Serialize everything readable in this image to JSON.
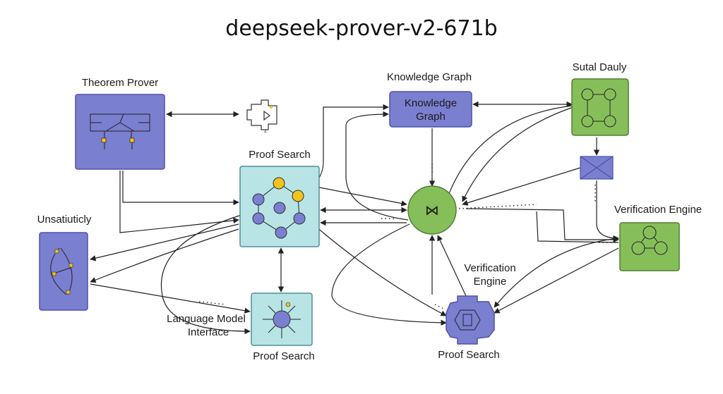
{
  "diagram": {
    "title": "deepseek-prover-v2-671b",
    "colors": {
      "purple": "#7b7fd0",
      "purple_border": "#4e52a8",
      "teal": "#b8e4e6",
      "teal_border": "#4f8f95",
      "green": "#86bf5a",
      "green_border": "#4f7f35",
      "yellow": "#f2c31b",
      "edge": "#222222"
    },
    "nodes": {
      "theorem_prover": {
        "label": "Theorem Prover"
      },
      "adapter_icon": {
        "glyph": "z"
      },
      "knowledge_graph": {
        "title": "Knowledge Graph",
        "line1": "Knowledge",
        "line2": "Graph"
      },
      "sutal_dauly": {
        "label": "Sutal Dauly"
      },
      "proof_search_main": {
        "label": "Proof Search"
      },
      "hub": {
        "glyph": "⋈"
      },
      "unsatiuticly": {
        "label": "Unsatiuticly"
      },
      "verification_engine_right": {
        "label": "Verification Engine"
      },
      "verification_engine_bottom": {
        "line1": "Verification",
        "line2": "Engine"
      },
      "language_model_interface": {
        "line1": "Language Model",
        "line2": "Interface"
      },
      "proof_search_bottom": {
        "label": "Proof Search"
      },
      "proof_search_octagon": {
        "label": "Proof Search"
      }
    }
  }
}
